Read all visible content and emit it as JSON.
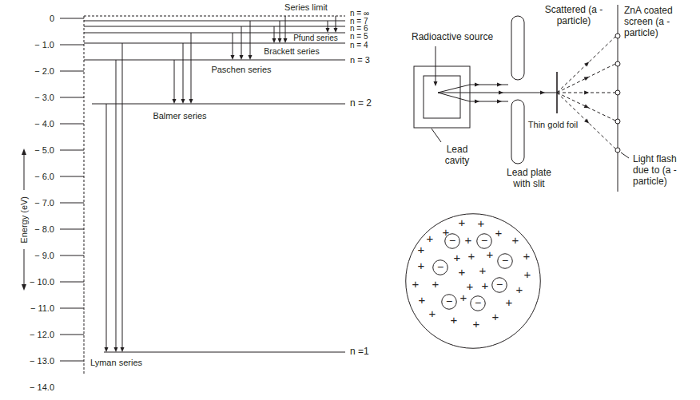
{
  "diagram": {
    "nodes": [
      {
        "text": [
          "+",
          "+",
          "+",
          "+",
          "+",
          "+",
          "+",
          "+",
          "+",
          "+",
          "+",
          "+",
          "+",
          "+",
          "+",
          "+",
          "+",
          "+",
          "+",
          "+",
          "+",
          "+",
          "+",
          "+",
          "+",
          "+",
          "+",
          "+"
        ]
      },
      {
        "text": [
          "−"
        ],
        "in": 0
      },
      {
        "text": [
          "−"
        ],
        "in": 0
      },
      {
        "text": [
          "−"
        ],
        "in": 0
      },
      {
        "text": [
          "−"
        ],
        "in": 0
      },
      {
        "text": [
          "−"
        ],
        "in": 0
      },
      {
        "text": [
          "−"
        ],
        "in": 0
      },
      {
        "text": [
          "−"
        ],
        "in": 0
      }
    ],
    "labels": [
      "Series limit",
      "n = ∞",
      "n = 7",
      "n = 6",
      "n = 5",
      "n = 4",
      "n = 3",
      "n = 2",
      "n =1",
      "0",
      "− 1.0",
      "− 2.0",
      "− 3.0",
      "− 4.0",
      "− 5.0",
      "− 6.0",
      "− 7.0",
      "− 8.0",
      "− 9.0",
      "− 10.0",
      "− 11.0",
      "− 12.0",
      "− 13.0",
      "− 14.0",
      "Energy (eV)",
      "Pfund series",
      "Brackett series",
      "Paschen series",
      "Balmer series",
      "Lyman series",
      "Radioactive source",
      "Scattered (a - particle)",
      "ZnA coated screen (a - particle)",
      "Lead cavity",
      "Lead plate with slit",
      "Thin gold foil",
      "Light flash due to (a - particle)"
    ]
  }
}
